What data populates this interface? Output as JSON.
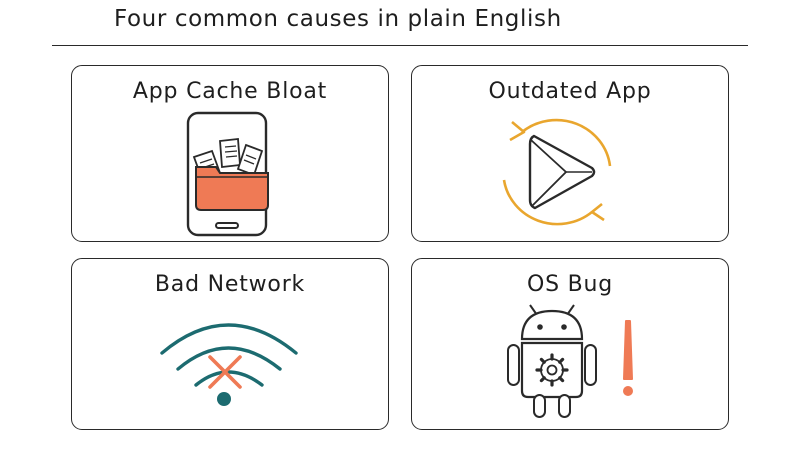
{
  "header": {
    "title": "Four common causes in plain English"
  },
  "cards": [
    {
      "label": "App Cache Bloat",
      "icon": "phone-cache-folder-icon"
    },
    {
      "label": "Outdated App",
      "icon": "play-store-update-icon"
    },
    {
      "label": "Bad Network",
      "icon": "wifi-error-icon"
    },
    {
      "label": "OS Bug",
      "icon": "android-bug-icon"
    }
  ],
  "colors": {
    "ink": "#2a2a2a",
    "orange": "#ef7a55",
    "amber": "#e9a62e",
    "teal": "#1c6b70"
  }
}
